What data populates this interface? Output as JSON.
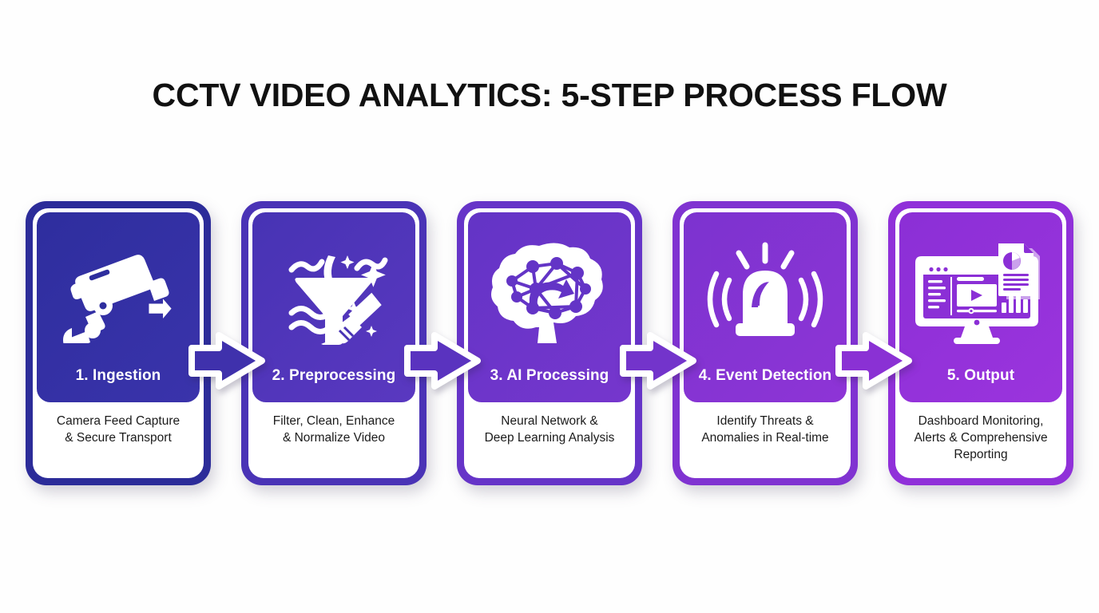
{
  "title": "CCTV VIDEO ANALYTICS: 5-STEP PROCESS FLOW",
  "theme": {
    "background": "#fefefe",
    "title_color": "#111111",
    "label_color": "#ffffff",
    "desc_color": "#1b1b1b"
  },
  "steps": [
    {
      "number": "1",
      "label": "1. Ingestion",
      "description": "Camera Feed Capture & Secure Transport",
      "description_lines": [
        "Camera Feed Capture",
        "& Secure Transport"
      ],
      "icon": "cctv-camera-icon",
      "color_from": "#2e2e9e",
      "color_to": "#3a33ab",
      "frame_color": "#2c2c99"
    },
    {
      "number": "2",
      "label": "2. Preprocessing",
      "description": "Filter, Clean, Enhance & Normalize Video",
      "description_lines": [
        "Filter, Clean, Enhance",
        "& Normalize Video"
      ],
      "icon": "funnel-clean-icon",
      "color_from": "#4733b4",
      "color_to": "#5a38c0",
      "frame_color": "#4a33b6"
    },
    {
      "number": "3",
      "label": "3. AI Processing",
      "description": "Neural Network & Deep Learning Analysis",
      "description_lines": [
        "Neural Network &",
        "Deep Learning Analysis"
      ],
      "icon": "brain-network-icon",
      "color_from": "#6334c6",
      "color_to": "#7636cd",
      "frame_color": "#6634c8"
    },
    {
      "number": "4",
      "label": "4. Event Detection",
      "description": "Identify Threats & Anomalies in Real-time",
      "description_lines": [
        "Identify Threats &",
        "Anomalies in Real-time"
      ],
      "icon": "alarm-beacon-icon",
      "color_from": "#7c33cf",
      "color_to": "#8e34d6",
      "frame_color": "#8033d1"
    },
    {
      "number": "5",
      "label": "5. Output",
      "description": "Dashboard Monitoring, Alerts & Comprehensive Reporting",
      "description_lines": [
        "Dashboard Monitoring,",
        "Alerts & Comprehensive",
        "Reporting"
      ],
      "icon": "dashboard-monitor-icon",
      "color_from": "#8b2fd6",
      "color_to": "#9b34dd",
      "frame_color": "#9030d9"
    }
  ],
  "arrows": [
    {
      "name": "arrow-step1-to-step2",
      "color": "#3f31ac"
    },
    {
      "name": "arrow-step2-to-step3",
      "color": "#5a33bf"
    },
    {
      "name": "arrow-step3-to-step4",
      "color": "#7334cb"
    },
    {
      "name": "arrow-step4-to-step5",
      "color": "#8a31d4"
    }
  ]
}
